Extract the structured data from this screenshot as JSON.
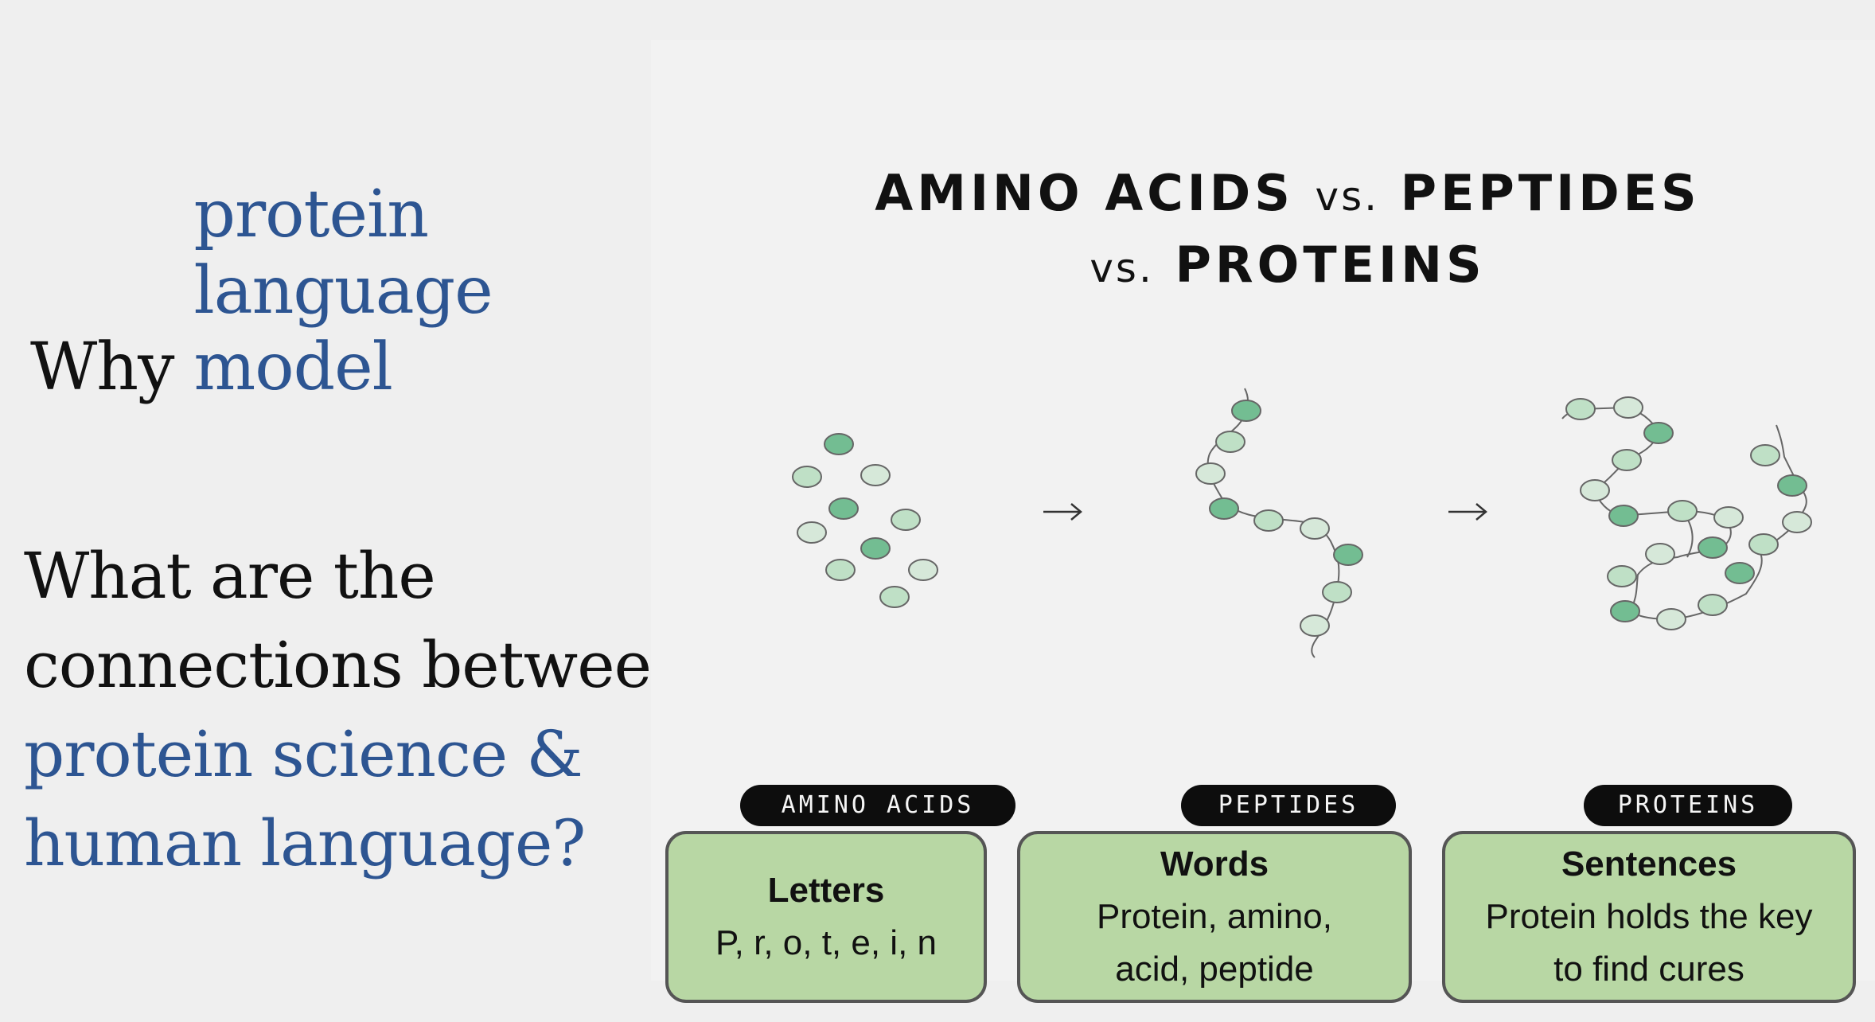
{
  "left": {
    "q1": {
      "part1": "Why ",
      "part2": "protein language model",
      "part3": "?"
    },
    "q2": {
      "line1": "What are the",
      "line2": "connections between",
      "line3": "protein science &",
      "line4": "human language?"
    }
  },
  "diagram": {
    "title": {
      "t1": "AMINO ACIDS",
      "vs1": "vs.",
      "t2": "PEPTIDES",
      "vs2": "vs.",
      "t3": "PROTEINS"
    },
    "arrow_icon": "right-arrow",
    "colors": {
      "dark_bead": "#73bd92",
      "light_bead": "#d6e8d9",
      "card": "#b8d7a4",
      "pill": "#0d0d0d",
      "accent_blue": "#2d5592"
    },
    "columns": [
      {
        "tag": "AMINO ACIDS",
        "heading": "Letters",
        "line1": "P, r, o, t, e, i, n",
        "line2": ""
      },
      {
        "tag": "PEPTIDES",
        "heading": "Words",
        "line1": "Protein, amino,",
        "line2": "acid, peptide"
      },
      {
        "tag": "PROTEINS",
        "heading": "Sentences",
        "line1": "Protein holds the key",
        "line2": "to find cures"
      }
    ]
  }
}
